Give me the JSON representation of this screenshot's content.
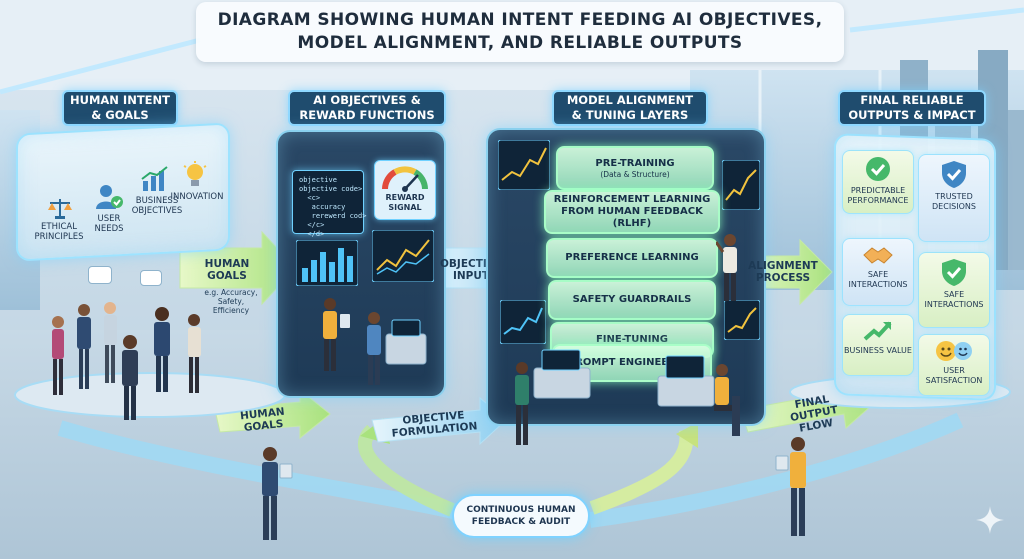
{
  "title": "DIAGRAM SHOWING HUMAN INTENT FEEDING AI OBJECTIVES, MODEL ALIGNMENT, AND RELIABLE OUTPUTS",
  "stages": [
    {
      "label": "HUMAN INTENT & GOALS"
    },
    {
      "label": "AI OBJECTIVES & REWARD FUNCTIONS"
    },
    {
      "label": "MODEL ALIGNMENT & TUNING LAYERS"
    },
    {
      "label": "FINAL RELIABLE OUTPUTS & IMPACT"
    }
  ],
  "human_panel": {
    "items": [
      {
        "label": "ETHICAL PRINCIPLES",
        "icon": "scales-icon"
      },
      {
        "label": "USER NEEDS",
        "icon": "user-check-icon"
      },
      {
        "label": "BUSINESS OBJECTIVES",
        "icon": "bar-chart-icon"
      },
      {
        "label": "INNOVATION",
        "icon": "lightbulb-icon"
      }
    ]
  },
  "objectives_panel": {
    "code_lines": [
      "objective",
      "objective code>",
      "  <c>",
      "   accuracy",
      "   rerewerd cod>",
      "  </c>",
      "  </d>"
    ],
    "gauge_label": "REWARD SIGNAL"
  },
  "alignment_layers": [
    {
      "label": "PRE-TRAINING",
      "sub": "(Data & Structure)"
    },
    {
      "label": "REINFORCEMENT LEARNING FROM HUMAN FEEDBACK (RLHF)",
      "sub": ""
    },
    {
      "label": "PREFERENCE LEARNING",
      "sub": ""
    },
    {
      "label": "SAFETY GUARDRAILS",
      "sub": ""
    },
    {
      "label": "FINE-TUNING",
      "sub": ""
    },
    {
      "label": "PROMPT ENGINEERING",
      "sub": ""
    }
  ],
  "outputs": [
    {
      "label": "PREDICTABLE PERFORMANCE",
      "icon": "check-circle-icon"
    },
    {
      "label": "TRUSTED DECISIONS",
      "icon": "shield-check-icon"
    },
    {
      "label": "SAFE INTERACTIONS",
      "icon": "handshake-icon"
    },
    {
      "label": "SAFE INTERACTIONS",
      "icon": "shield-check-icon"
    },
    {
      "label": "BUSINESS VALUE",
      "icon": "trend-up-icon"
    },
    {
      "label": "USER SATISFACTION",
      "icon": "smiley-icon"
    }
  ],
  "arrows": {
    "human_goals": "HUMAN GOALS",
    "human_goals_note": "e.g. Accuracy, Safety, Efficiency",
    "objective_input": "OBJECTIVE INPUT",
    "alignment_process": "ALIGNMENT PROCESS",
    "human_goals_bottom": "HUMAN GOALS",
    "objective_formulation": "OBJECTIVE FORMULATION",
    "final_output_flow": "FINAL OUTPUT FLOW",
    "feedback_loop": "CONTINUOUS HUMAN FEEDBACK & AUDIT"
  },
  "colors": {
    "navy": "#1f4c6e",
    "glow": "#8fd8ff",
    "layer_green": "#a8ecc4",
    "arrow_green": "#c9f0a0",
    "arrow_blue": "#a9dcf5"
  }
}
